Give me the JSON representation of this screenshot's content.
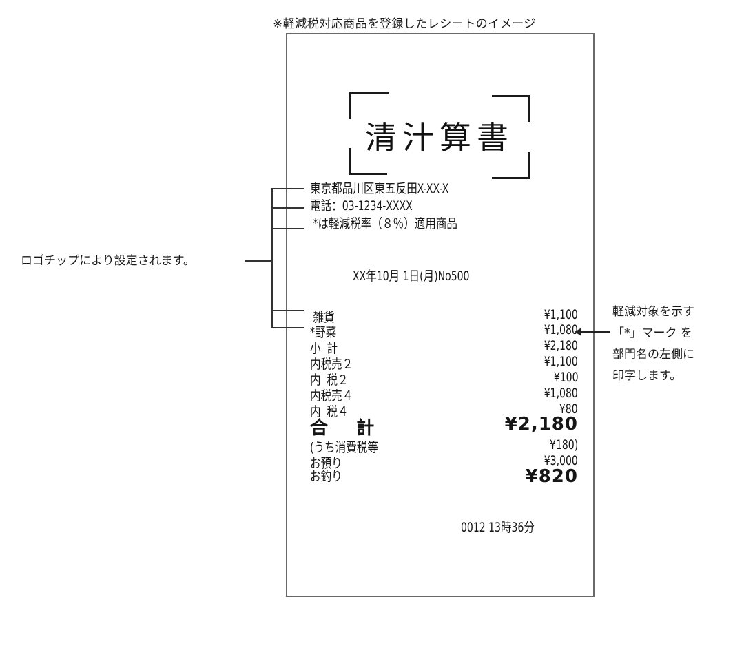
{
  "caption": "※軽減税対応商品を登録したレシートのイメージ",
  "receipt": {
    "logo_text": "清汁算書",
    "header_lines": [
      "東京都品川区東五反田X-XX-X",
      "電話：03-1234-XXXX",
      " *は軽減税率（８％）適用商品"
    ],
    "date_line": "XX年10月 1日(月)No500",
    "items": [
      {
        "label": " 雑貨",
        "value": "¥1,100"
      },
      {
        "label": "*野菜",
        "value": "¥1,080"
      },
      {
        "label": "小  計",
        "value": "¥2,180"
      },
      {
        "label": "内税売２",
        "value": "¥1,100"
      },
      {
        "label": "内  税２",
        "value": "¥100"
      },
      {
        "label": "内税売４",
        "value": "¥1,080"
      },
      {
        "label": "内  税４",
        "value": "¥80"
      }
    ],
    "total": {
      "label": "合    計",
      "value": "¥2,180"
    },
    "tax_included": {
      "label": "(うち消費税等",
      "value": "¥180)"
    },
    "received": {
      "label": "お預り",
      "value": "¥3,000"
    },
    "change": {
      "label": "お釣り",
      "value": "¥820"
    },
    "footer": "0012 13時36分"
  },
  "annotations": {
    "left_note": "ロゴチップにより設定されます。",
    "right_note_lines": [
      "軽減対象を示す",
      "「*」マーク を",
      "部門名の左側に",
      "印字します。"
    ]
  }
}
